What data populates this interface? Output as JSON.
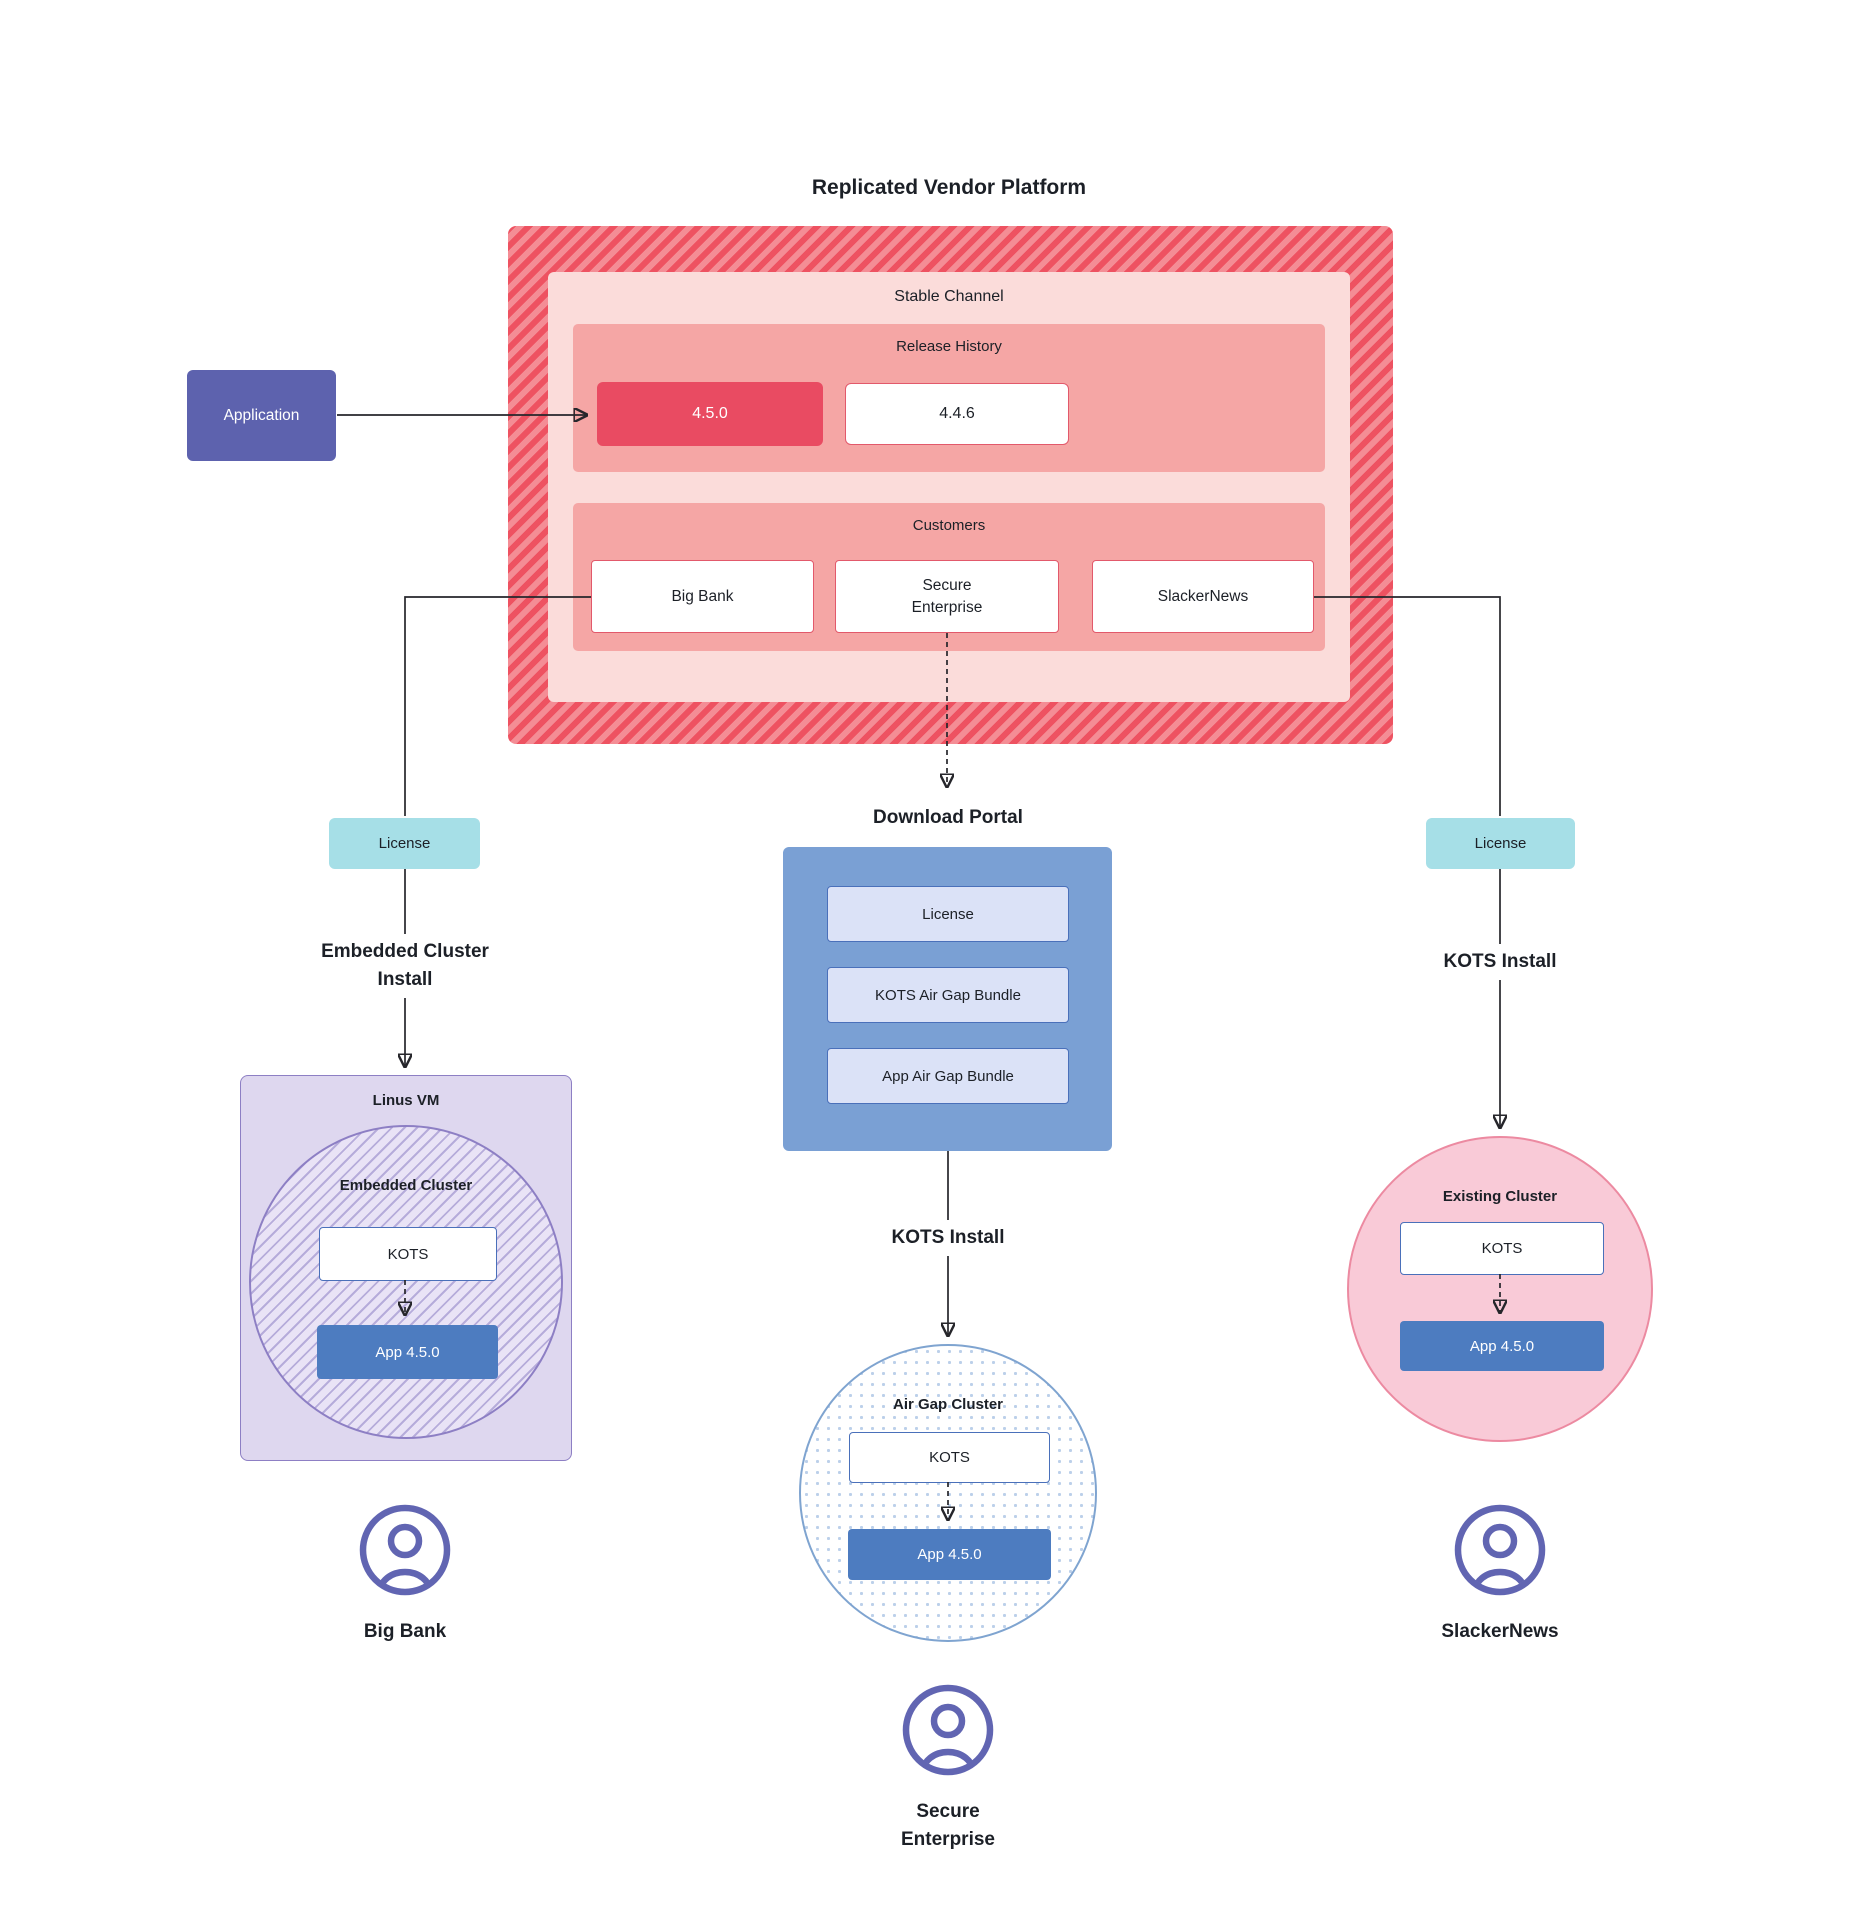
{
  "title": "Replicated Vendor Platform",
  "application": {
    "label": "Application"
  },
  "vendor_platform": {
    "stable_channel": {
      "label": "Stable Channel",
      "release_history": {
        "label": "Release History",
        "current_release": "4.5.0",
        "previous_release": "4.4.6"
      },
      "customers": {
        "label": "Customers",
        "big_bank": "Big Bank",
        "secure_enterprise": "Secure\nEnterprise",
        "slackernews": "SlackerNews"
      }
    }
  },
  "big_bank_flow": {
    "license_label": "License",
    "install_label": "Embedded Cluster\nInstall",
    "vm_label": "Linus VM",
    "cluster_label": "Embedded Cluster",
    "kots_label": "KOTS",
    "app_label": "App 4.5.0",
    "customer_name": "Big Bank"
  },
  "secure_enterprise_flow": {
    "portal_label": "Download Portal",
    "portal_items": {
      "license": "License",
      "kots_bundle": "KOTS Air Gap Bundle",
      "app_bundle": "App Air Gap Bundle"
    },
    "install_label": "KOTS Install",
    "cluster_label": "Air Gap Cluster",
    "kots_label": "KOTS",
    "app_label": "App 4.5.0",
    "customer_name": "Secure\nEnterprise"
  },
  "slackernews_flow": {
    "license_label": "License",
    "install_label": "KOTS Install",
    "cluster_label": "Existing Cluster",
    "kots_label": "KOTS",
    "app_label": "App 4.5.0",
    "customer_name": "SlackerNews"
  },
  "colors": {
    "channel_red_stripe": "#ee5261",
    "channel_pink": "#fbdcda",
    "panel_salmon": "#f5a6a5",
    "release_highlight": "#e94b62",
    "application_indigo": "#5d62ae",
    "license_teal": "#a6dfe7",
    "portal_blue": "#7aa0d4",
    "app_blue": "#4d7cc0",
    "cluster_purple": "#8d7fc4",
    "cluster_pink": "#f9cad7",
    "user_icon": "#6165b2"
  }
}
